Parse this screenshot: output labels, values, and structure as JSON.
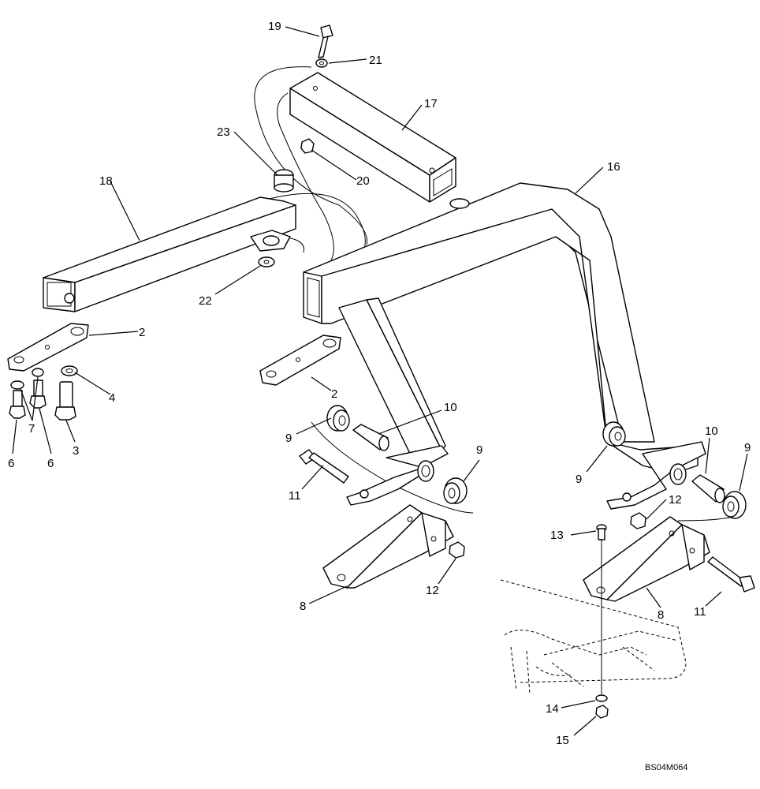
{
  "diagram": {
    "drawing_code": "BS04M064",
    "callouts": {
      "c2a": "2",
      "c2b": "2",
      "c3": "3",
      "c4": "4",
      "c6a": "6",
      "c6b": "6",
      "c7": "7",
      "c8a": "8",
      "c8b": "8",
      "c9a": "9",
      "c9b": "9",
      "c9c": "9",
      "c9d": "9",
      "c10a": "10",
      "c10b": "10",
      "c11a": "11",
      "c11b": "11",
      "c12a": "12",
      "c12b": "12",
      "c13": "13",
      "c14": "14",
      "c15": "15",
      "c16": "16",
      "c17": "17",
      "c18": "18",
      "c19": "19",
      "c20": "20",
      "c21": "21",
      "c22": "22",
      "c23": "23"
    }
  }
}
